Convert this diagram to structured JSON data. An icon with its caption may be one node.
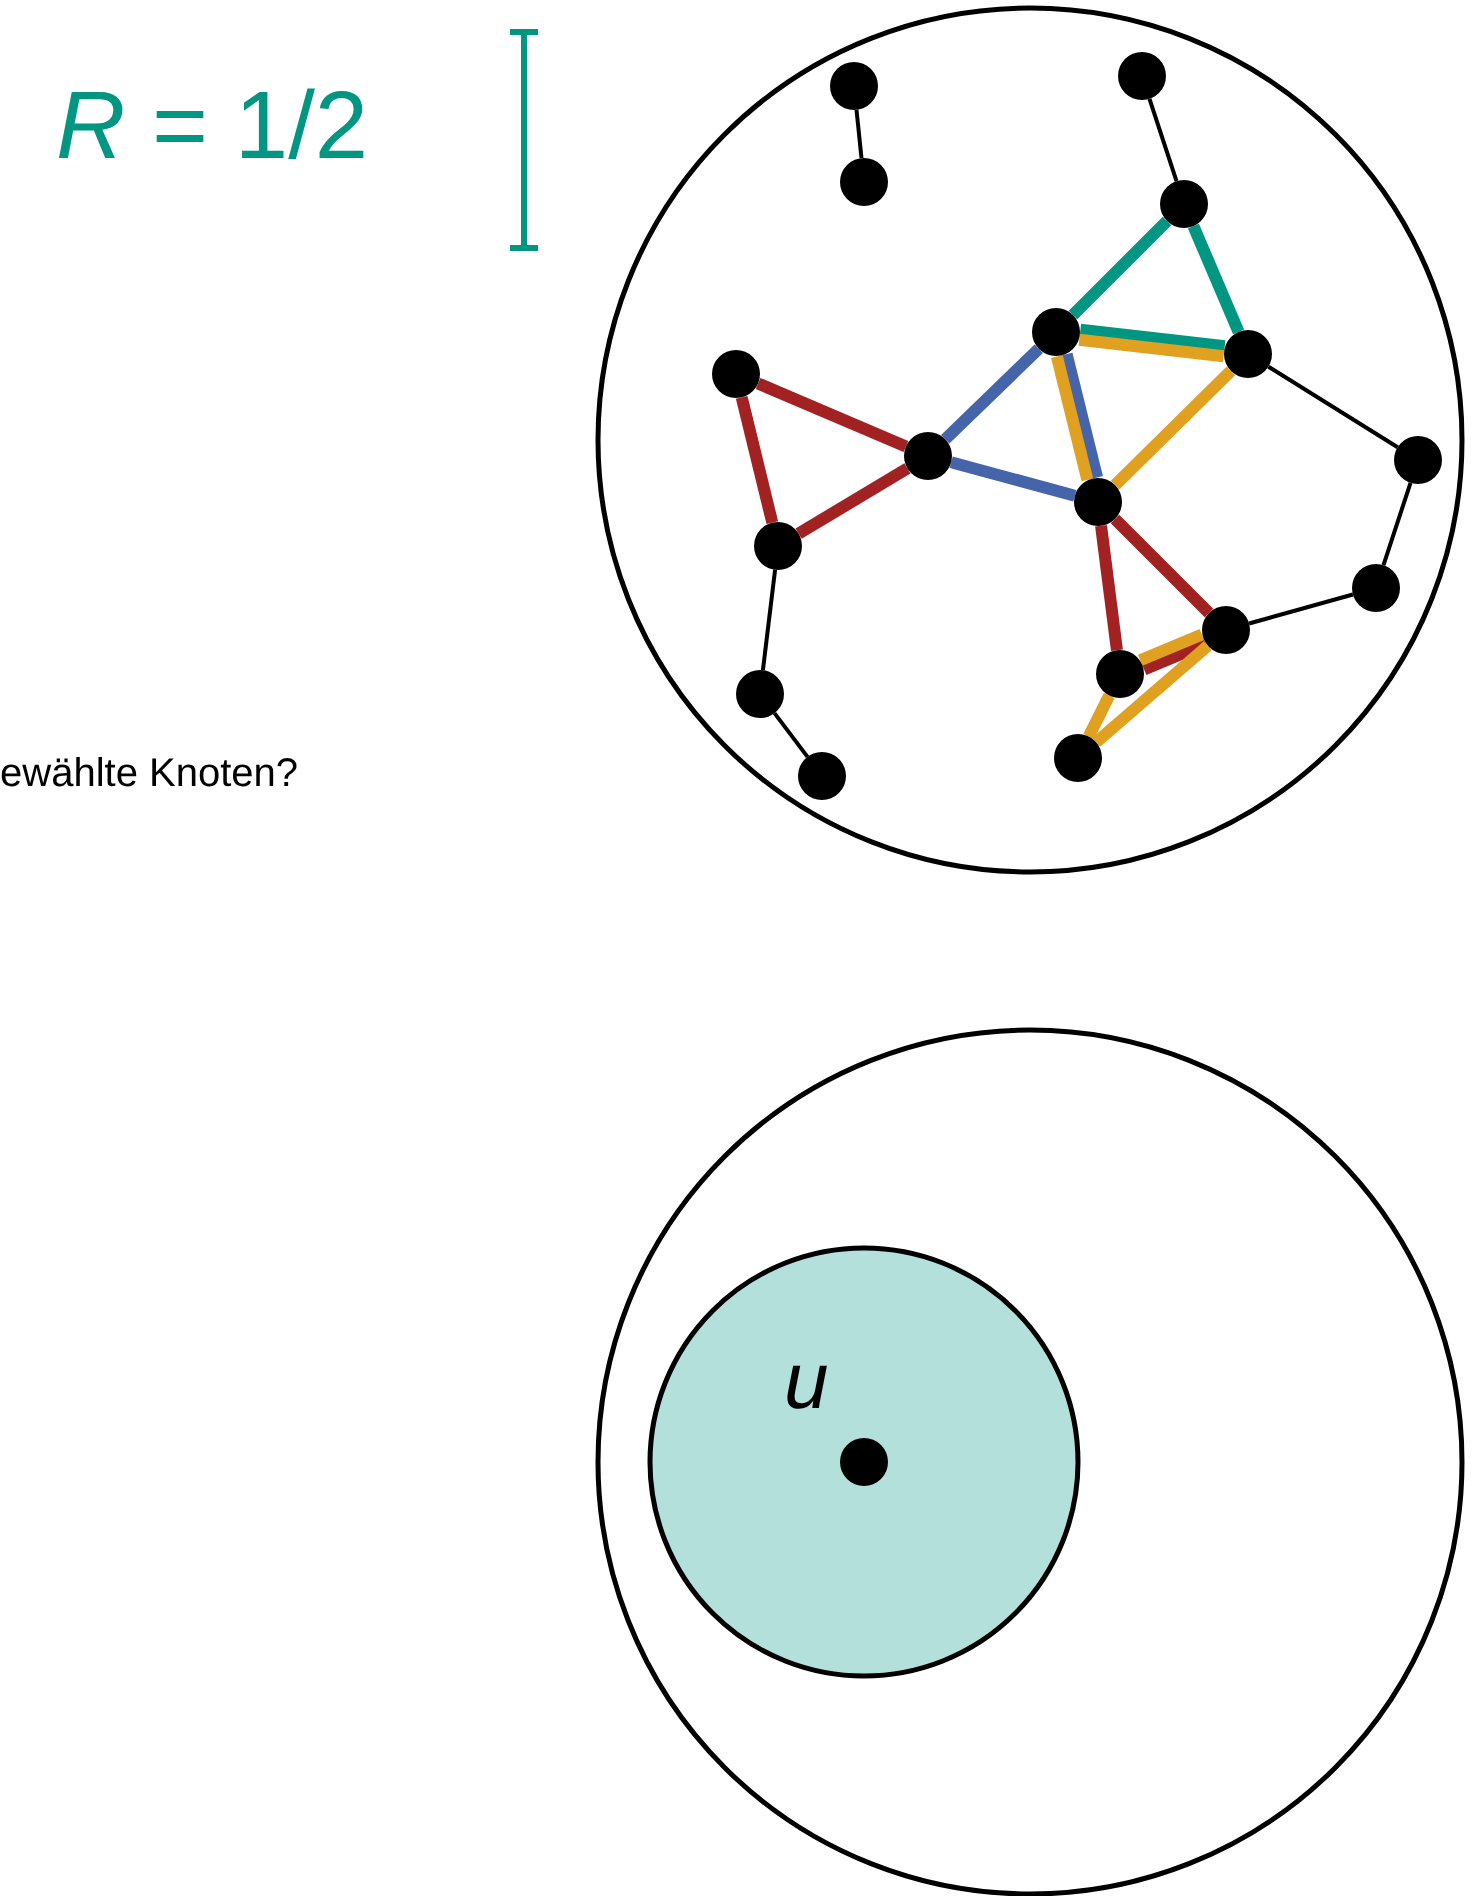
{
  "diagram": {
    "nodes": [
      {
        "text": [],
        "shape": "circle"
      },
      {
        "text": [],
        "shape": "circle"
      },
      {
        "text": [],
        "shape": "circle"
      },
      {
        "text": [],
        "shape": "circle"
      },
      {
        "text": [],
        "shape": "circle"
      },
      {
        "text": [],
        "shape": "circle"
      },
      {
        "text": [],
        "shape": "circle"
      },
      {
        "text": [],
        "shape": "circle"
      },
      {
        "text": [],
        "shape": "circle"
      },
      {
        "text": [],
        "shape": "circle"
      },
      {
        "text": [],
        "shape": "circle"
      },
      {
        "text": [],
        "shape": "circle"
      },
      {
        "text": [],
        "shape": "circle"
      },
      {
        "text": [],
        "shape": "circle"
      },
      {
        "text": [],
        "shape": "circle"
      },
      {
        "text": [],
        "shape": "circle"
      },
      {
        "text": [],
        "shape": "circle"
      },
      {
        "text": [],
        "shape": "circle",
        "beside": [
          "u"
        ]
      }
    ],
    "edges": [
      {
        "from": 1,
        "to": 2,
        "arrow": "none"
      },
      {
        "from": 0,
        "to": 3,
        "arrow": "none"
      },
      {
        "from": 3,
        "to": 4,
        "arrow": "none",
        "color": "#009682"
      },
      {
        "from": 3,
        "to": 5,
        "arrow": "none",
        "color": "#009682"
      },
      {
        "from": 4,
        "to": 5,
        "arrow": "none",
        "color": "#009682"
      },
      {
        "from": 4,
        "to": 5,
        "arrow": "none",
        "color": "#e0a020"
      },
      {
        "from": 4,
        "to": 9,
        "arrow": "none",
        "color": "#4664aa"
      },
      {
        "from": 4,
        "to": 9,
        "arrow": "none",
        "color": "#e0a020"
      },
      {
        "from": 5,
        "to": 9,
        "arrow": "none",
        "color": "#e0a020"
      },
      {
        "from": 5,
        "to": 8,
        "arrow": "none"
      },
      {
        "from": 8,
        "to": 11,
        "arrow": "none"
      },
      {
        "from": 11,
        "to": 12,
        "arrow": "none"
      },
      {
        "from": 4,
        "to": 7,
        "arrow": "none",
        "color": "#4664aa"
      },
      {
        "from": 7,
        "to": 9,
        "arrow": "none",
        "color": "#4664aa"
      },
      {
        "from": 6,
        "to": 7,
        "arrow": "none",
        "color": "#a22223"
      },
      {
        "from": 6,
        "to": 10,
        "arrow": "none",
        "color": "#a22223"
      },
      {
        "from": 7,
        "to": 10,
        "arrow": "none",
        "color": "#a22223"
      },
      {
        "from": 10,
        "to": 14,
        "arrow": "none"
      },
      {
        "from": 14,
        "to": 16,
        "arrow": "none"
      },
      {
        "from": 9,
        "to": 13,
        "arrow": "none",
        "color": "#a22223"
      },
      {
        "from": 9,
        "to": 12,
        "arrow": "none",
        "color": "#a22223"
      },
      {
        "from": 13,
        "to": 12,
        "arrow": "none",
        "color": "#a22223"
      },
      {
        "from": 13,
        "to": 12,
        "arrow": "none",
        "color": "#e0a020"
      },
      {
        "from": 12,
        "to": 15,
        "arrow": "none",
        "color": "#e0a020"
      },
      {
        "from": 13,
        "to": 15,
        "arrow": "none",
        "color": "#e0a020"
      }
    ],
    "labels": [
      "*R* = 1/2",
      "ewählte Knoten?"
    ]
  }
}
